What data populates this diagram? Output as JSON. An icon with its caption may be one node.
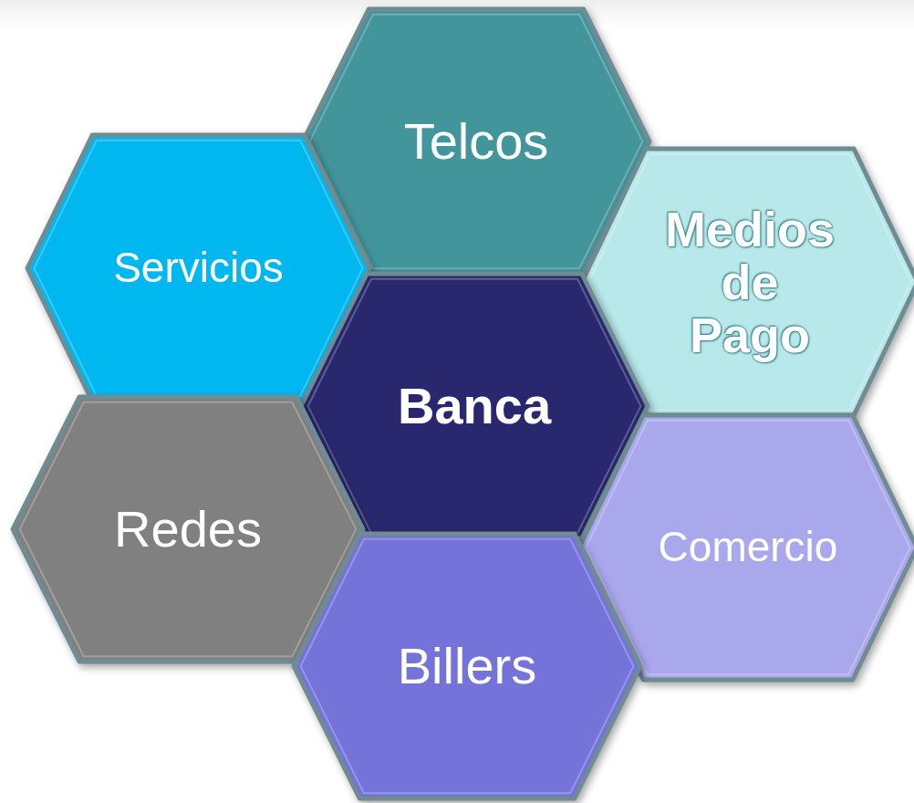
{
  "diagram": {
    "nodes": [
      {
        "text": [
          "Telcos"
        ]
      },
      {
        "text": [
          "Servicios"
        ]
      },
      {
        "text": [
          "Medios de Pago"
        ]
      },
      {
        "text": [
          "Banca"
        ]
      },
      {
        "text": [
          "Redes"
        ]
      },
      {
        "text": [
          "Comercio"
        ]
      },
      {
        "text": [
          "Billers"
        ]
      }
    ]
  }
}
